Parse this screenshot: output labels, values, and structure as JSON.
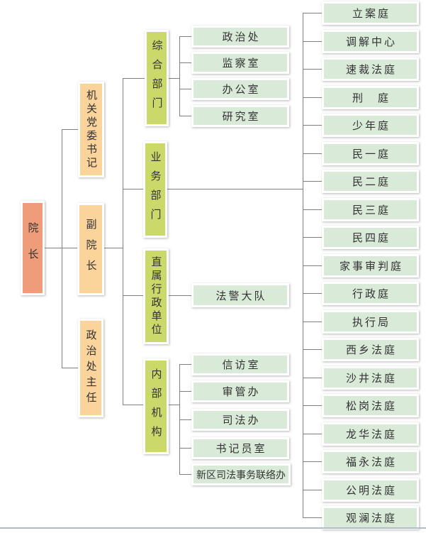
{
  "chart_title": "",
  "palette": {
    "root_fill": "#EF9C7B",
    "level2_fill": "#FAD49B",
    "level3_fill": "#CBD96A",
    "leaf_fill": "#D9EAD8",
    "box_border": "#FFFFFF",
    "line_color": "#7F7F7F",
    "text_color": "#333333",
    "bottom_rule_color": "#ADBEC6"
  },
  "nodes": {
    "root": "院长",
    "level2": [
      "机关党委书记",
      "副院长",
      "政治处主任"
    ],
    "level3": [
      "综合部门",
      "业务部门",
      "直属行政单位",
      "内部机构"
    ],
    "general_depts": [
      "政治处",
      "监察室",
      "办公室",
      "研究室"
    ],
    "admin_units": [
      "法警大队"
    ],
    "internal_orgs": [
      "信访室",
      "审管办",
      "司法办",
      "书记员室",
      "新区司法事务联络办"
    ],
    "business_depts": [
      "立案庭",
      "调解中心",
      "速裁法庭",
      "刑　庭",
      "少年庭",
      "民一庭",
      "民二庭",
      "民三庭",
      "民四庭",
      "家事审判庭",
      "行政庭",
      "执行局",
      "西乡法庭",
      "沙井法庭",
      "松岗法庭",
      "龙华法庭",
      "福永法庭",
      "公明法庭",
      "观澜法庭"
    ]
  }
}
